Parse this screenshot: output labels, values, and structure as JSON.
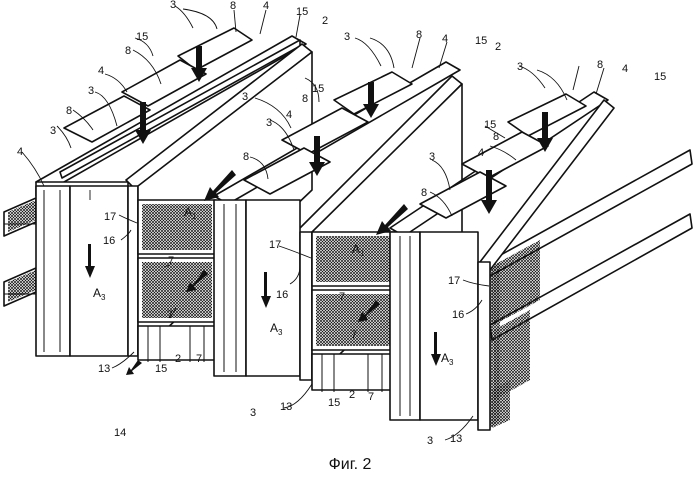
{
  "caption": "Фиг. 2",
  "labels": {
    "n2": "2",
    "n3": "3",
    "n4": "4",
    "n7": "7",
    "n8": "8",
    "n13": "13",
    "n14": "14",
    "n15": "15",
    "n16": "16",
    "n17": "17",
    "A": "A",
    "sub1": "1",
    "sub3": "3"
  }
}
